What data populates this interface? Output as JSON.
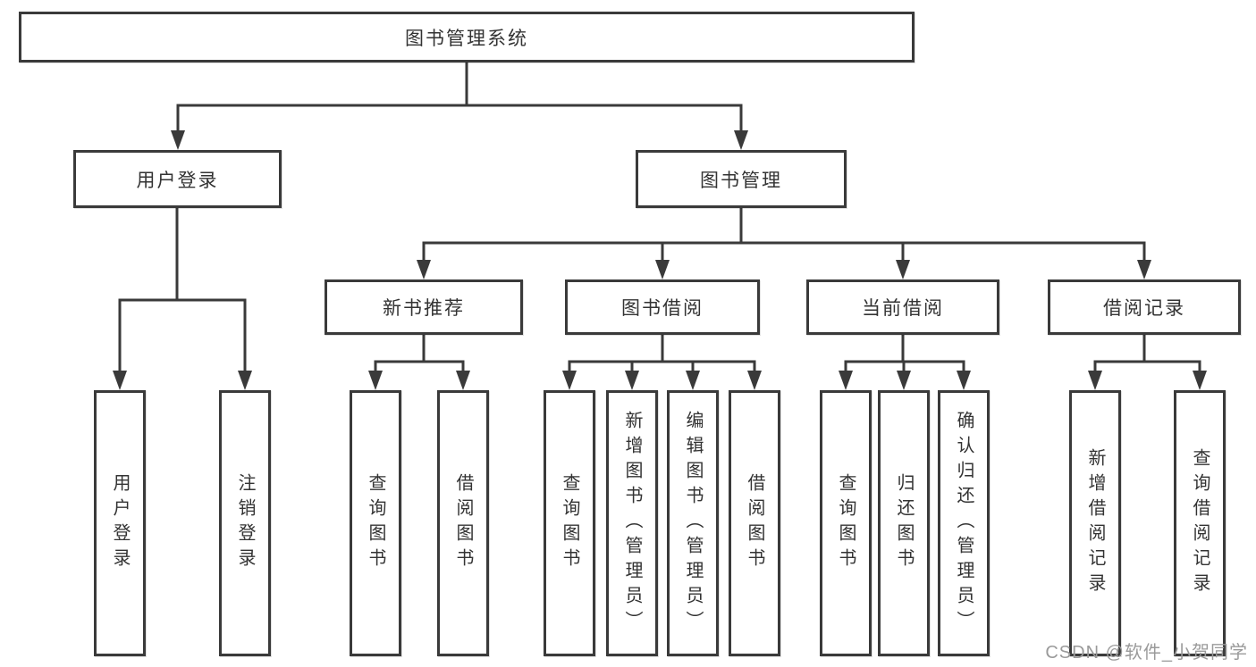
{
  "diagram_title": "图书管理系统",
  "nodes": {
    "root": {
      "label": "图书管理系统"
    },
    "user_login": {
      "label": "用户登录"
    },
    "book_mgmt": {
      "label": "图书管理"
    },
    "new_book_rec": {
      "label": "新书推荐"
    },
    "book_borrow": {
      "label": "图书借阅"
    },
    "current_borrow": {
      "label": "当前借阅"
    },
    "borrow_records": {
      "label": "借阅记录"
    },
    "leaf_user_login": {
      "label": "用户登录"
    },
    "leaf_logout": {
      "label": "注销登录"
    },
    "leaf_query_book_1": {
      "label": "查询图书"
    },
    "leaf_borrow_book_1": {
      "label": "借阅图书"
    },
    "leaf_query_book_2": {
      "label": "查询图书"
    },
    "leaf_add_book": {
      "label": "新增图书（管理员）"
    },
    "leaf_edit_book": {
      "label": "编辑图书（管理员）"
    },
    "leaf_borrow_book_2": {
      "label": "借阅图书"
    },
    "leaf_query_book_3": {
      "label": "查询图书"
    },
    "leaf_return_book": {
      "label": "归还图书"
    },
    "leaf_confirm_return": {
      "label": "确认归还（管理员）"
    },
    "leaf_add_record": {
      "label": "新增借阅记录"
    },
    "leaf_query_record": {
      "label": "查询借阅记录"
    }
  },
  "hierarchy": {
    "图书管理系统": {
      "用户登录": [
        "用户登录",
        "注销登录"
      ],
      "图书管理": {
        "新书推荐": [
          "查询图书",
          "借阅图书"
        ],
        "图书借阅": [
          "查询图书",
          "新增图书（管理员）",
          "编辑图书（管理员）",
          "借阅图书"
        ],
        "当前借阅": [
          "查询图书",
          "归还图书",
          "确认归还（管理员）"
        ],
        "借阅记录": [
          "新增借阅记录",
          "查询借阅记录"
        ]
      }
    }
  },
  "watermark": "CSDN @软件_小贺同学",
  "colors": {
    "line": "#3a3a3a",
    "text": "#333333",
    "watermark": "#9a9a9a",
    "background": "#ffffff"
  }
}
